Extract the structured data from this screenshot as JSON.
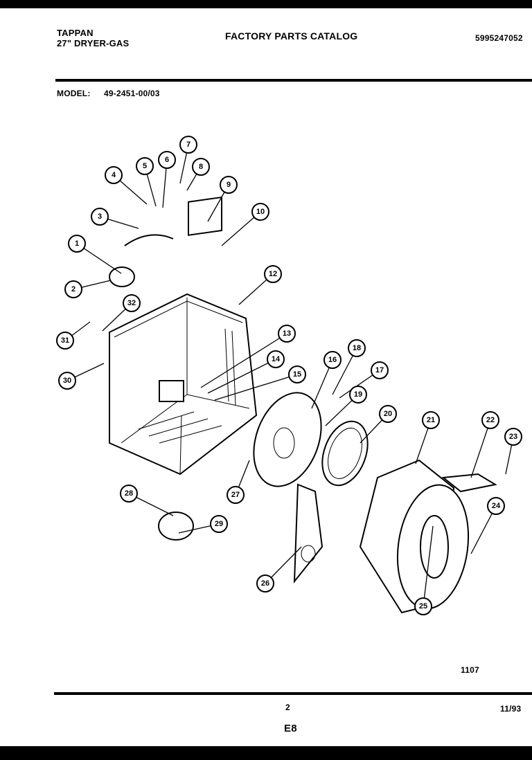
{
  "header": {
    "brand": "TAPPAN",
    "product": "27\" DRYER-GAS",
    "title": "FACTORY PARTS CATALOG",
    "catalog_number": "5995247052",
    "model_label": "MODEL:",
    "model_number": "49-2451-00/03"
  },
  "diagram": {
    "callouts": [
      "1",
      "2",
      "3",
      "4",
      "5",
      "6",
      "7",
      "8",
      "9",
      "10",
      "12",
      "13",
      "14",
      "15",
      "16",
      "17",
      "18",
      "19",
      "20",
      "21",
      "22",
      "23",
      "24",
      "25",
      "26",
      "27",
      "28",
      "29",
      "30",
      "31",
      "32"
    ],
    "figure_number": "1107"
  },
  "footer": {
    "page_number": "2",
    "date": "11/93",
    "section": "E8"
  }
}
